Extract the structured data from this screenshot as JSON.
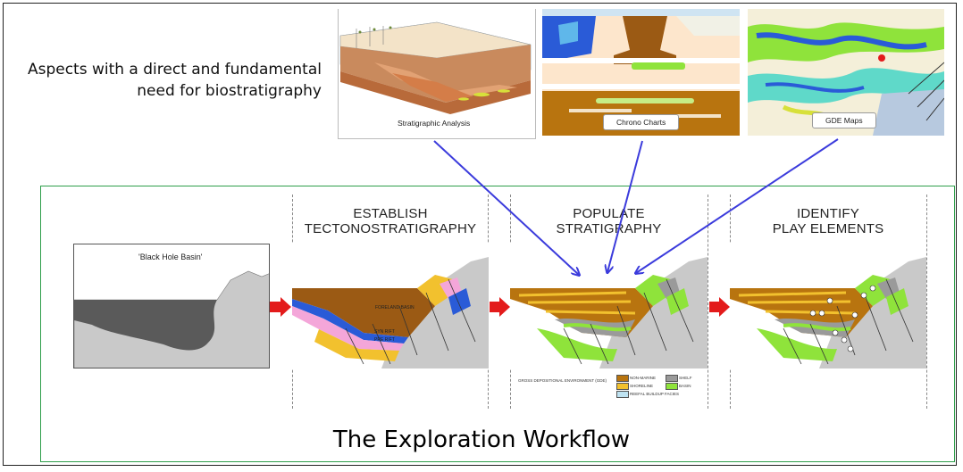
{
  "intro_text": "Aspects with a direct and fundamental need for biostratigraphy",
  "thumbnails": [
    {
      "caption": "Stratigraphic Analysis"
    },
    {
      "caption": "Chrono Charts"
    },
    {
      "caption": "GDE Maps"
    }
  ],
  "stages": [
    {
      "heading_line1": "",
      "heading_line2": "",
      "panel_label": "'Black Hole Basin'"
    },
    {
      "heading_line1": "ESTABLISH",
      "heading_line2": "TECTONOSTRATIGRAPHY"
    },
    {
      "heading_line1": "POPULATE",
      "heading_line2": "STRATIGRAPHY"
    },
    {
      "heading_line1": "IDENTIFY",
      "heading_line2": "PLAY ELEMENTS"
    }
  ],
  "section_labels": {
    "foreland": "FORELAND BASIN",
    "synrift": "SYN RIFT",
    "prerift": "PRE RIFT"
  },
  "legend": {
    "title": "GROSS DEPOSITIONAL ENVIRONMENT (GDE)",
    "items": [
      {
        "label": "NON-MARINE",
        "color": "#b8740f"
      },
      {
        "label": "SHORELINE",
        "color": "#f2c12e"
      },
      {
        "label": "REEFAL BUILDUP FACIES",
        "color": "#bfe3f2"
      },
      {
        "label": "SHELF",
        "color": "#9a9a9a"
      },
      {
        "label": "BASIN",
        "color": "#8fe33b"
      }
    ]
  },
  "colors": {
    "arrow_blue": "#3b3bdc",
    "flow_arrow_red": "#e31b1b",
    "box_green": "#2e9e4a",
    "non_marine": "#b8740f",
    "shoreline": "#f2c12e",
    "basin_green": "#8fe33b",
    "basement_grey": "#c9c9c9",
    "synrift_blue": "#2a5bd7",
    "prerift_pink": "#f4a6d9"
  },
  "workflow_title": "The Exploration Workflow"
}
